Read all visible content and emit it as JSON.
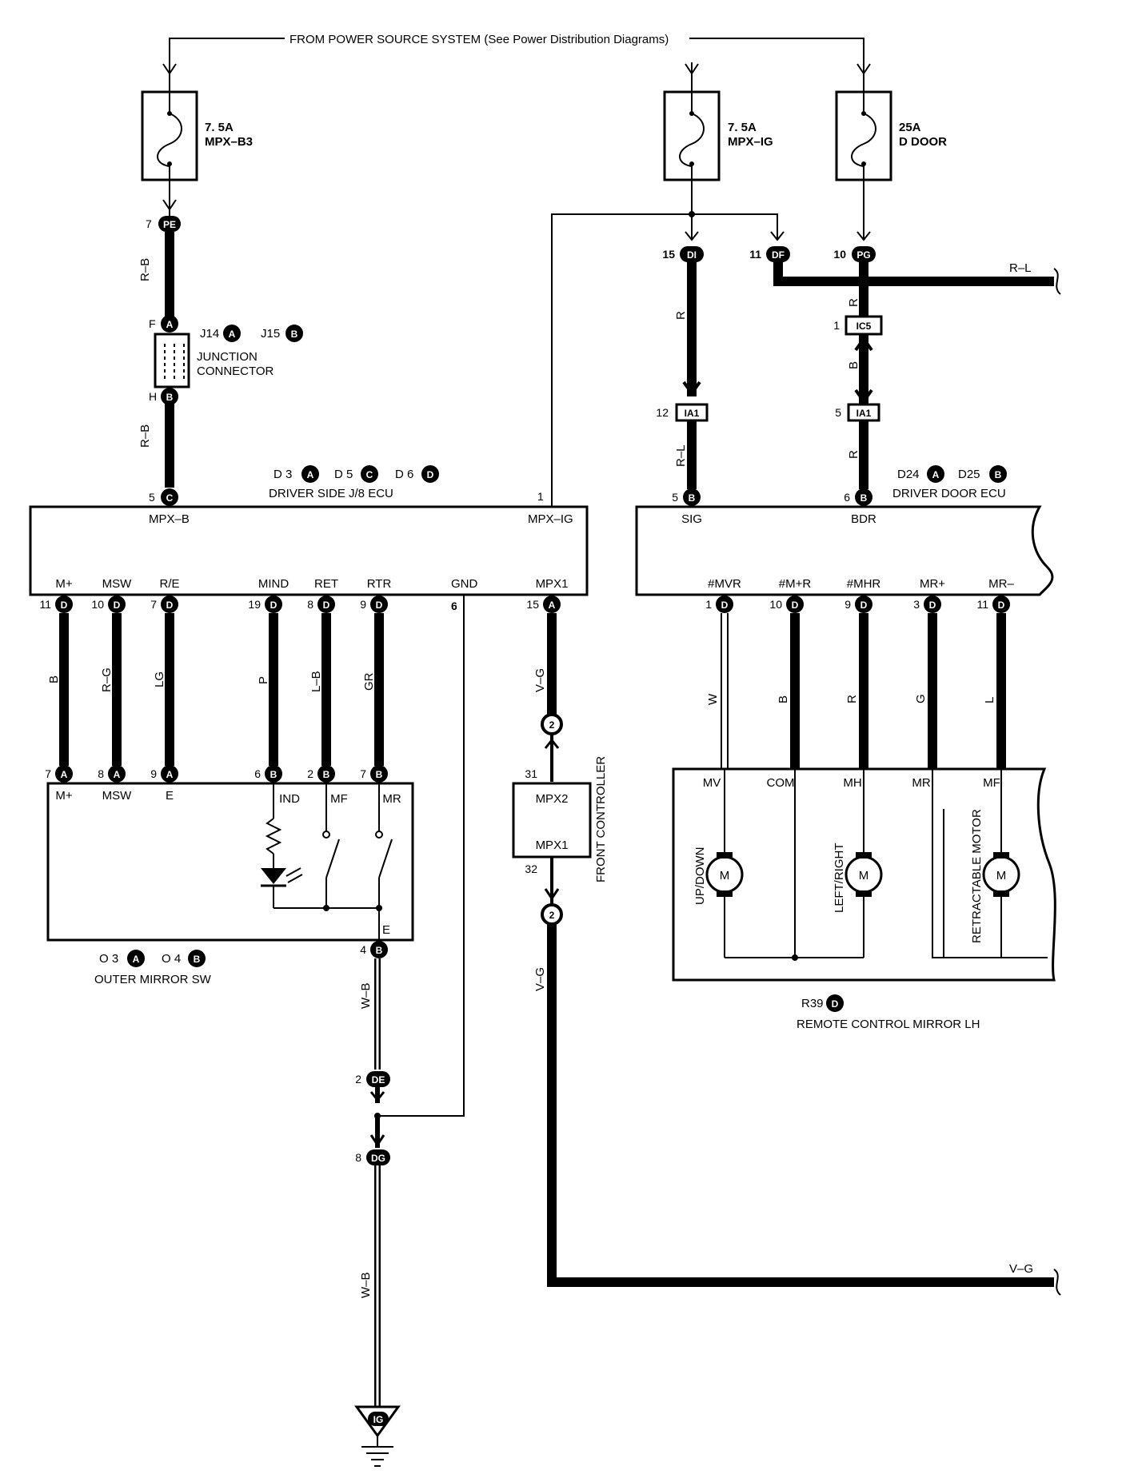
{
  "top": {
    "power_source": "FROM POWER SOURCE SYSTEM  (See Power Distribution Diagrams)"
  },
  "fuses": {
    "mpx_b3": {
      "amp": "7. 5A",
      "name": "MPX–B3"
    },
    "mpx_ig": {
      "amp": "7. 5A",
      "name": "MPX–IG"
    },
    "d_door": {
      "amp": "25A",
      "name": "D DOOR"
    }
  },
  "left": {
    "pe_pin": "7",
    "pe": "PE",
    "wire_rb": "R–B",
    "jc_f": "F",
    "jc_h": "H",
    "jc_a": "A",
    "jc_b": "B",
    "jc_ref1": "J14",
    "jc_ref2": "J15",
    "jc_name1": "JUNCTION",
    "jc_name2": "CONNECTOR",
    "c_pin": "5",
    "c_code": "C"
  },
  "ecu_left": {
    "refs": [
      "D 3",
      "D 5",
      "D 6"
    ],
    "ref_codes": [
      "A",
      "C",
      "D"
    ],
    "name": "DRIVER SIDE J/8 ECU",
    "mpx_b": "MPX–B",
    "mpx_ig": "MPX–IG",
    "mpx_ig_pin": "1",
    "gnd": "GND",
    "gnd_pin": "6",
    "pins": [
      {
        "label": "M+",
        "num": "11",
        "code": "D",
        "wire": "B"
      },
      {
        "label": "MSW",
        "num": "10",
        "code": "D",
        "wire": "R–G"
      },
      {
        "label": "R/E",
        "num": "7",
        "code": "D",
        "wire": "LG"
      },
      {
        "label": "MIND",
        "num": "19",
        "code": "D",
        "wire": "P"
      },
      {
        "label": "RET",
        "num": "8",
        "code": "D",
        "wire": "L–B"
      },
      {
        "label": "RTR",
        "num": "9",
        "code": "D",
        "wire": "GR"
      },
      {
        "label": "MPX1",
        "num": "15",
        "code": "A",
        "wire": "V–G"
      }
    ]
  },
  "switch": {
    "pins": [
      {
        "label": "M+",
        "num": "7",
        "code": "A"
      },
      {
        "label": "MSW",
        "num": "8",
        "code": "A"
      },
      {
        "label": "E",
        "num": "9",
        "code": "A"
      },
      {
        "label": "IND",
        "num": "6",
        "code": "B"
      },
      {
        "label": "MF",
        "num": "2",
        "code": "B"
      },
      {
        "label": "MR",
        "num": "7",
        "code": "B"
      }
    ],
    "e_label": "E",
    "e_num": "4",
    "e_code": "B",
    "refs": [
      "O 3",
      "O 4"
    ],
    "ref_codes": [
      "A",
      "B"
    ],
    "name": "OUTER MIRROR SW"
  },
  "ground": {
    "wire": "W–B",
    "de_pin": "2",
    "de": "DE",
    "dg_pin": "8",
    "dg": "DG",
    "ig": "IG"
  },
  "front_ctrl": {
    "name": "FRONT CONTROLLER",
    "c_top": "2",
    "c_bot": "2",
    "pin31": "31",
    "pin32": "32",
    "mpx2": "MPX2",
    "mpx1": "MPX1",
    "wire": "V–G",
    "wire_right": "V–G"
  },
  "right_top": {
    "di_pin": "15",
    "di": "DI",
    "df_pin": "11",
    "df": "DF",
    "pg_pin": "10",
    "pg": "PG",
    "wire_rl": "R–L",
    "wire_r": "R",
    "ic5_pin": "1",
    "ic5": "IC5",
    "ia1_pin_l": "12",
    "ia1_pin_r": "5",
    "ia1": "IA1",
    "wire_rl2": "R–L",
    "wire_r2": "R",
    "wire_r3": "R",
    "wire_b": "B"
  },
  "ecu_right": {
    "refs": [
      "D24",
      "D25"
    ],
    "ref_codes": [
      "A",
      "B"
    ],
    "name": "DRIVER DOOR ECU",
    "sig": "SIG",
    "bdr": "BDR",
    "sig_pin": "5",
    "sig_code": "B",
    "bdr_pin": "6",
    "bdr_code": "B",
    "pins": [
      {
        "label": "#MVR",
        "num": "1",
        "code": "D",
        "wire": "W"
      },
      {
        "label": "#M+R",
        "num": "10",
        "code": "D",
        "wire": "B"
      },
      {
        "label": "#MHR",
        "num": "9",
        "code": "D",
        "wire": "R"
      },
      {
        "label": "MR+",
        "num": "3",
        "code": "D",
        "wire": "G"
      },
      {
        "label": "MR–",
        "num": "11",
        "code": "D",
        "wire": "L"
      }
    ]
  },
  "mirror": {
    "terms": [
      "MV",
      "COM",
      "MH",
      "MR",
      "MF"
    ],
    "motors": [
      "UP/DOWN",
      "LEFT/RIGHT",
      "RETRACTABLE MOTOR"
    ],
    "m": "M",
    "ref": "R39",
    "ref_code": "D",
    "name": "REMOTE CONTROL MIRROR LH"
  }
}
